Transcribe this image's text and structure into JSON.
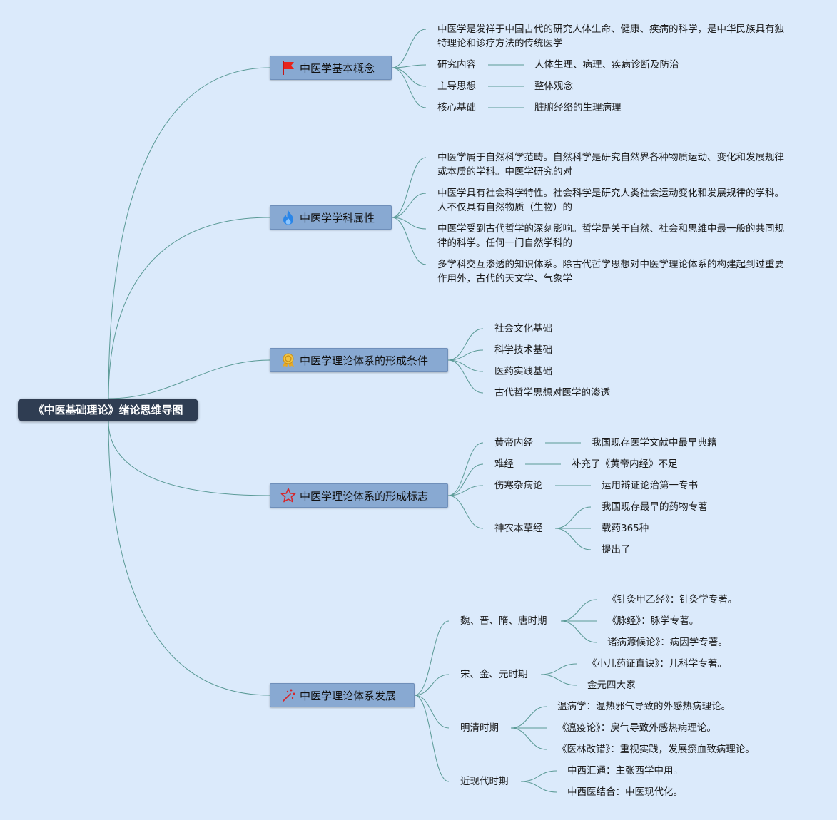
{
  "root": {
    "title": "《中医基础理论》绪论思维导图"
  },
  "branches": [
    {
      "label": "中医学基本概念",
      "icon": "red-flag-icon",
      "items": [
        {
          "text": "中医学是发祥于中国古代的研究人体生命、健康、疾病的科学，是中华民族具有独特理论和诊疗方法的传统医学"
        },
        {
          "text": "研究内容",
          "detail": "人体生理、病理、疾病诊断及防治"
        },
        {
          "text": "主导思想",
          "detail": "整体观念"
        },
        {
          "text": "核心基础",
          "detail": "脏腑经络的生理病理"
        }
      ]
    },
    {
      "label": "中医学学科属性",
      "icon": "flame-icon",
      "items": [
        {
          "text": "中医学属于自然科学范畴。自然科学是研究自然界各种物质运动、变化和发展规律或本质的学科。中医学研究的对"
        },
        {
          "text": "中医学具有社会科学特性。社会科学是研究人类社会运动变化和发展规律的学科。人不仅具有自然物质（生物）的"
        },
        {
          "text": "中医学受到古代哲学的深刻影响。哲学是关于自然、社会和思维中最一般的共同规律的科学。任何一门自然学科的"
        },
        {
          "text": "多学科交互渗透的知识体系。除古代哲学思想对中医学理论体系的构建起到过重要作用外，古代的天文学、气象学"
        }
      ]
    },
    {
      "label": "中医学理论体系的形成条件",
      "icon": "medal-icon",
      "items": [
        {
          "text": "社会文化基础"
        },
        {
          "text": "科学技术基础"
        },
        {
          "text": "医药实践基础"
        },
        {
          "text": "古代哲学思想对医学的渗透"
        }
      ]
    },
    {
      "label": "中医学理论体系的形成标志",
      "icon": "star-icon",
      "items": [
        {
          "text": "黄帝内经",
          "detail": "我国现存医学文献中最早典籍"
        },
        {
          "text": "难经",
          "detail": "补充了《黄帝内经》不足"
        },
        {
          "text": "伤寒杂病论",
          "detail": "运用辩证论治第一专书"
        },
        {
          "text": "神农本草经",
          "children": [
            "我国现存最早的药物专著",
            "载药365种",
            "提出了"
          ]
        }
      ]
    },
    {
      "label": "中医学理论体系发展",
      "icon": "sparkle-icon",
      "items": [
        {
          "text": "魏、晋、隋、唐时期",
          "children": [
            "《针灸甲乙经》：针灸学专著。",
            "《脉经》：脉学专著。",
            "诸病源候论》：病因学专著。"
          ]
        },
        {
          "text": "宋、金、元时期",
          "children": [
            "《小儿药证直诀》：儿科学专著。",
            "金元四大家"
          ]
        },
        {
          "text": "明清时期",
          "children": [
            "温病学：温热邪气导致的外感热病理论。",
            "《瘟疫论》：戾气导致外感热病理论。",
            "《医林改错》：重视实践，发展瘀血致病理论。"
          ]
        },
        {
          "text": "近现代时期",
          "children": [
            "中西汇通：主张西学中用。",
            "中西医结合：中医现代化。"
          ]
        }
      ]
    }
  ]
}
